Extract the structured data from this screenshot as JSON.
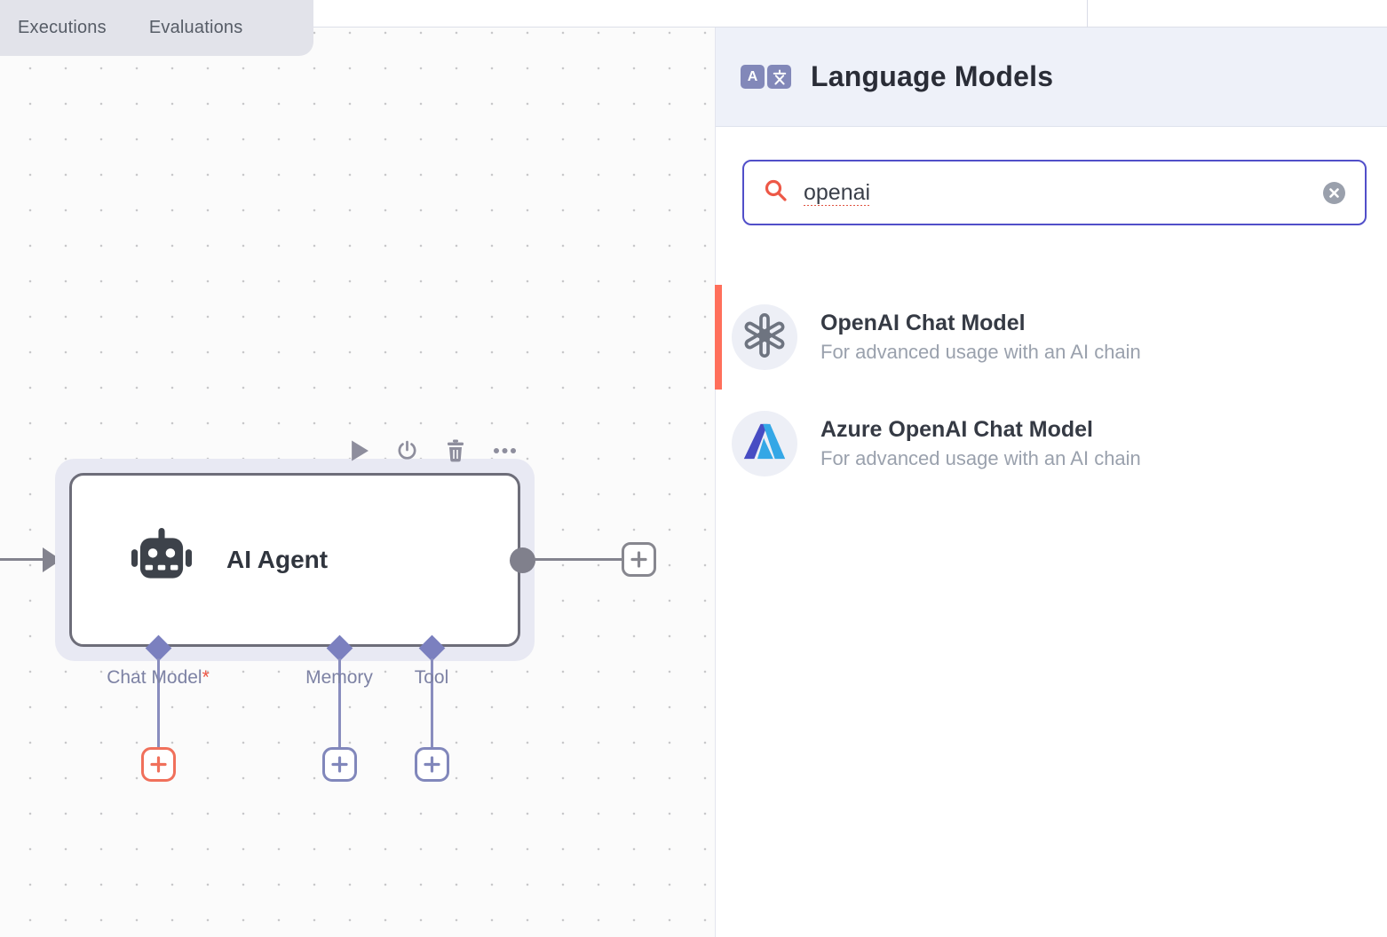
{
  "top_bar": {
    "tabs": [
      {
        "label": "Executions"
      },
      {
        "label": "Evaluations"
      }
    ]
  },
  "canvas": {
    "node": {
      "title": "AI Agent",
      "icon": "robot-icon",
      "toolbar_icons": [
        "play-icon",
        "power-icon",
        "trash-icon",
        "more-icon"
      ],
      "sub_connectors": [
        {
          "label": "Chat Model",
          "required_marker": "*"
        },
        {
          "label": "Memory",
          "required_marker": ""
        },
        {
          "label": "Tool",
          "required_marker": ""
        }
      ]
    }
  },
  "panel": {
    "title": "Language Models",
    "header_icon": "translate-icon",
    "header_icon_glyph_a": "A",
    "search": {
      "value": "openai",
      "left_icon": "search-icon",
      "right_icon": "clear-icon"
    },
    "items": [
      {
        "title": "OpenAI Chat Model",
        "description": "For advanced usage with an AI chain",
        "icon": "openai-logo",
        "highlighted": true
      },
      {
        "title": "Azure OpenAI Chat Model",
        "description": "For advanced usage with an AI chain",
        "icon": "azure-logo",
        "highlighted": false
      }
    ]
  },
  "colors": {
    "accent_orange": "#ff6f5b",
    "search_border_indigo": "#514fc9",
    "connector_purple": "#8187bb",
    "connector_gray": "#83838e",
    "panel_header_bg": "#eef1f9",
    "required_red": "#ed5443"
  }
}
